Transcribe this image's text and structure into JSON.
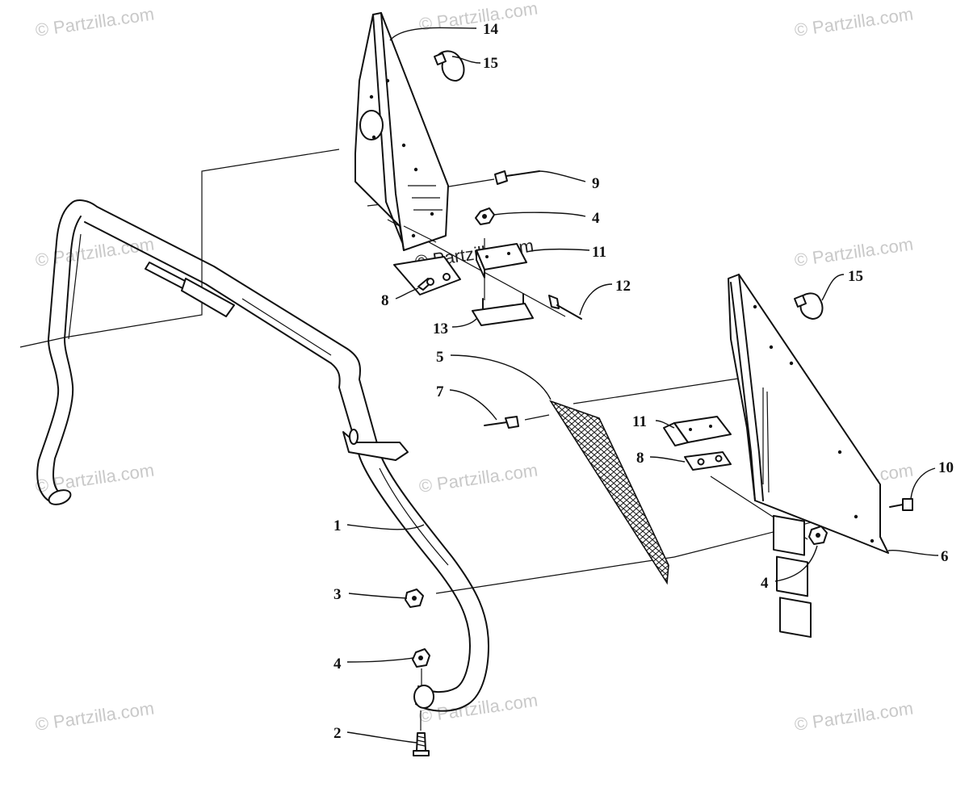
{
  "watermark": "© Partzilla.com",
  "callouts": [
    "1",
    "2",
    "3",
    "4",
    "5",
    "6",
    "7",
    "8",
    "9",
    "10",
    "11",
    "12",
    "13",
    "14",
    "15"
  ]
}
